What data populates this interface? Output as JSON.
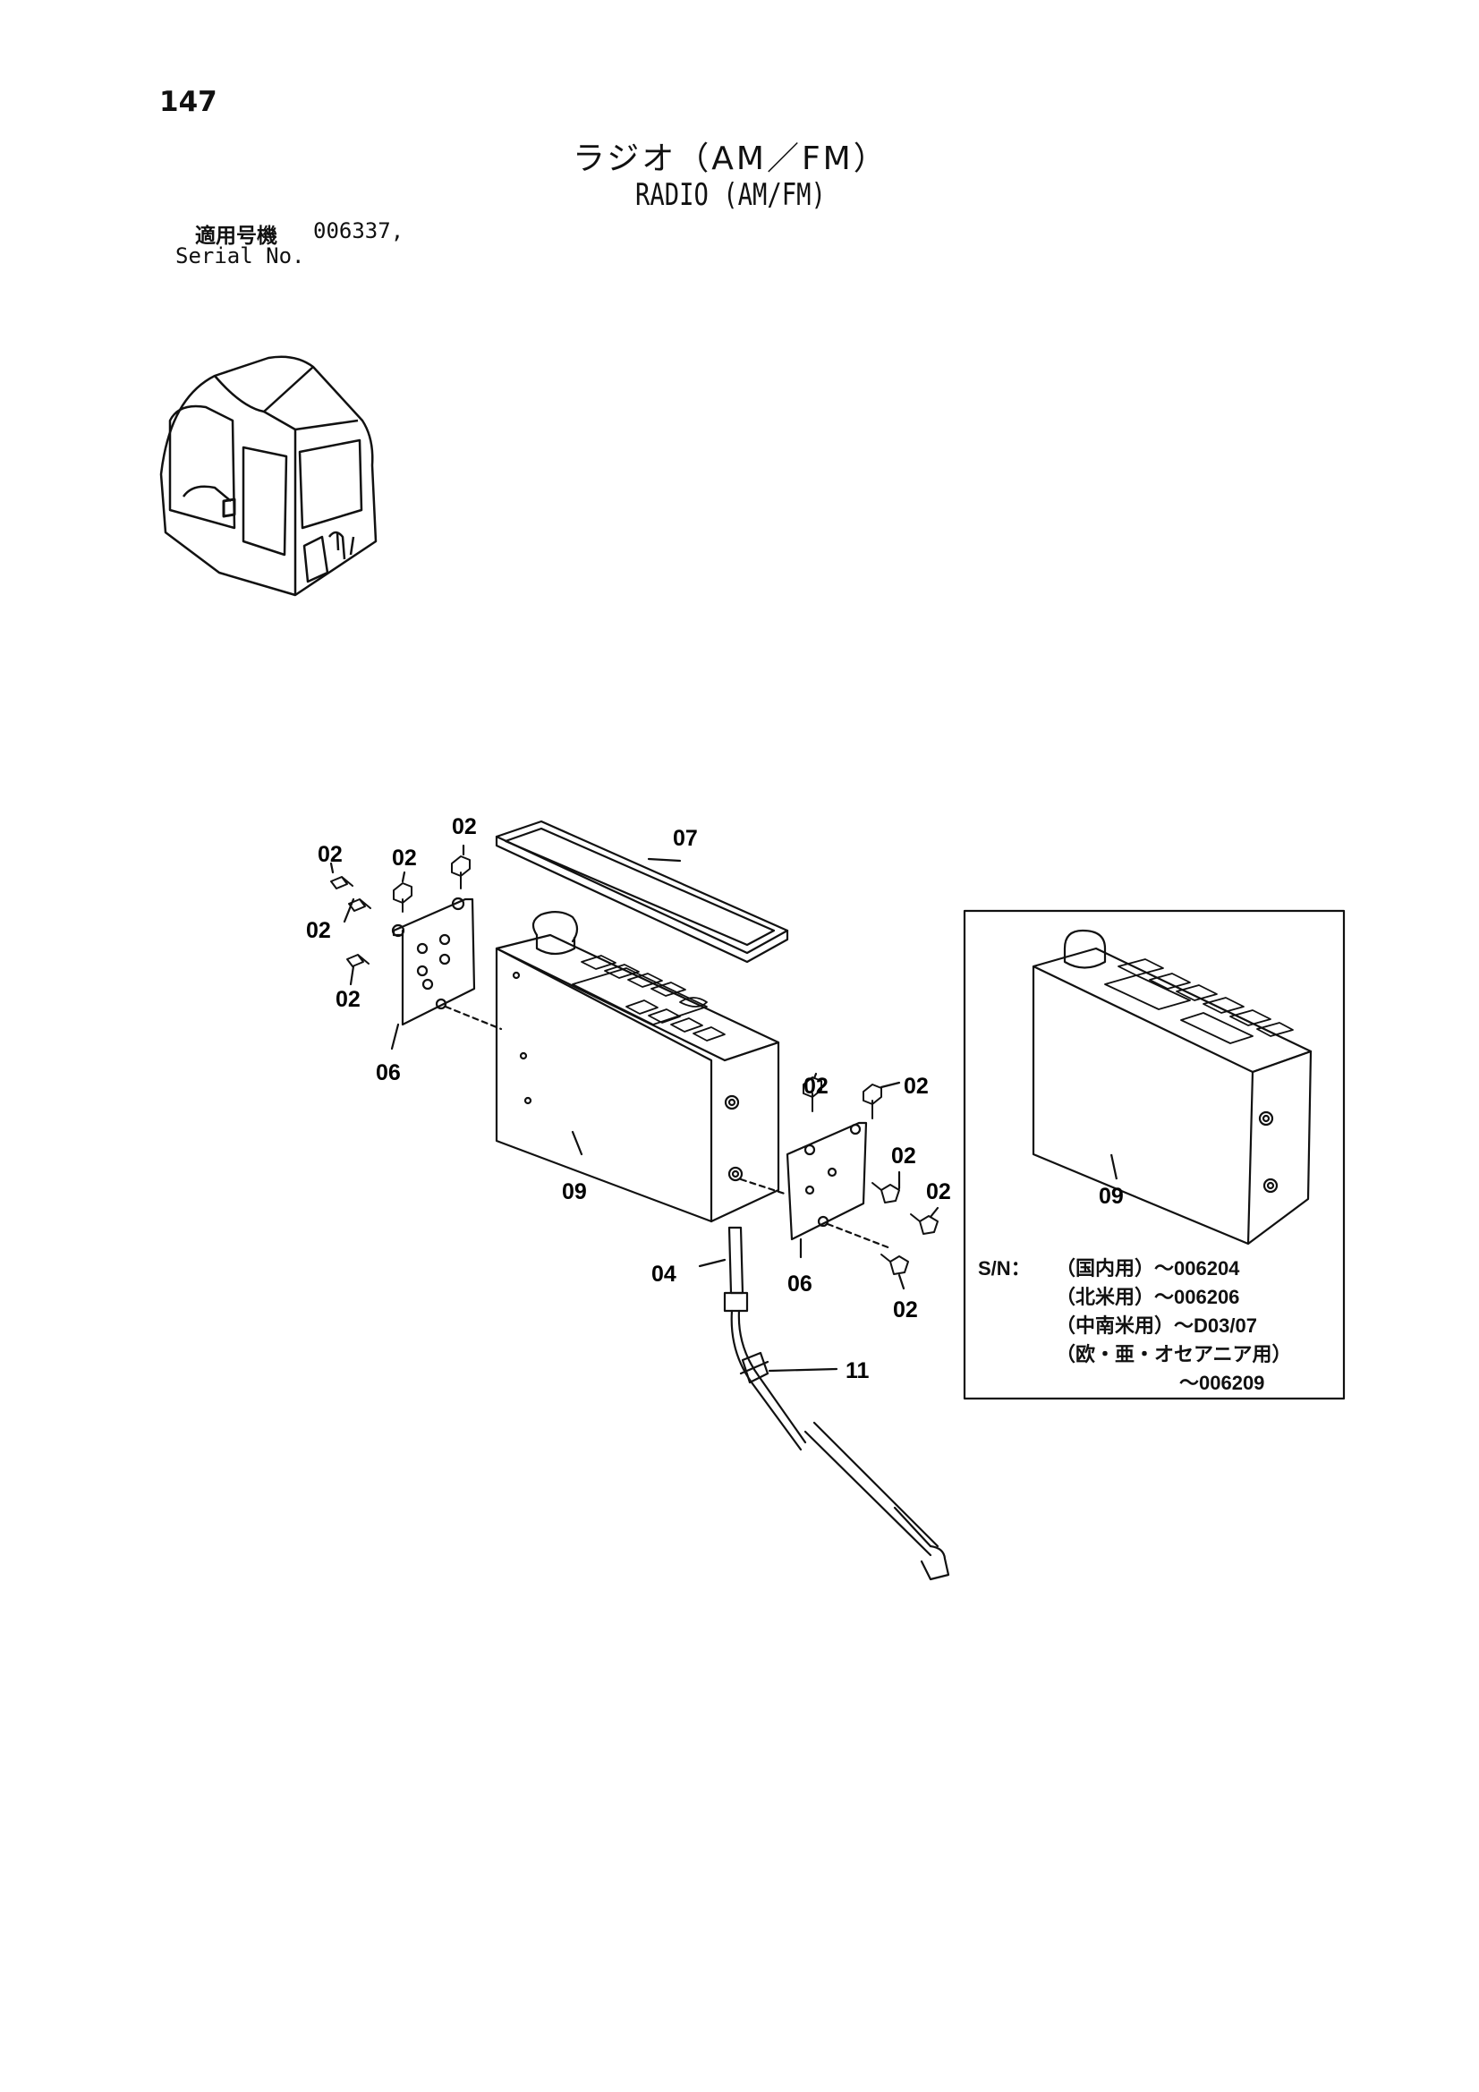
{
  "page": {
    "number": "147",
    "title_jp": "ラジオ（AM／FM）",
    "title_en": "RADIO (AM/FM)",
    "serial_label_jp": "適用号機",
    "serial_value": "006337,",
    "serial_label_en": "Serial No."
  },
  "callouts": {
    "part_02": "02",
    "part_04": "04",
    "part_06": "06",
    "part_07": "07",
    "part_09": "09",
    "part_11": "11"
  },
  "inset": {
    "callout": "09",
    "sn_label": "S/N：",
    "sn_lines": [
      "（国内用）～006204",
      "（北米用）～006206",
      "（中南米用）～D03/07",
      "（欧・亜・オセアニア用）",
      "～006209"
    ]
  },
  "icons": [
    "cab-icon",
    "radio-unit-drawing",
    "antenna-drawing"
  ]
}
